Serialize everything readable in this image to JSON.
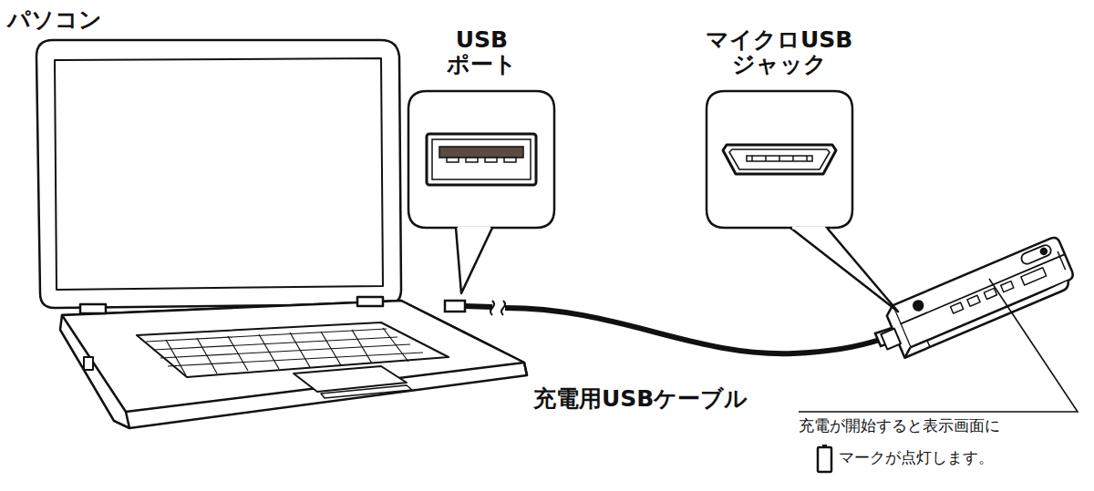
{
  "diagram": {
    "nodes": [
      {
        "text": [
          "USB ポート"
        ]
      },
      {
        "text": [
          "マイクロUSB ジャック"
        ]
      }
    ],
    "labels": [
      "パソコン",
      "充電用USBケーブル",
      "充電が開始すると表示画面に",
      "マークが点灯します。"
    ]
  }
}
